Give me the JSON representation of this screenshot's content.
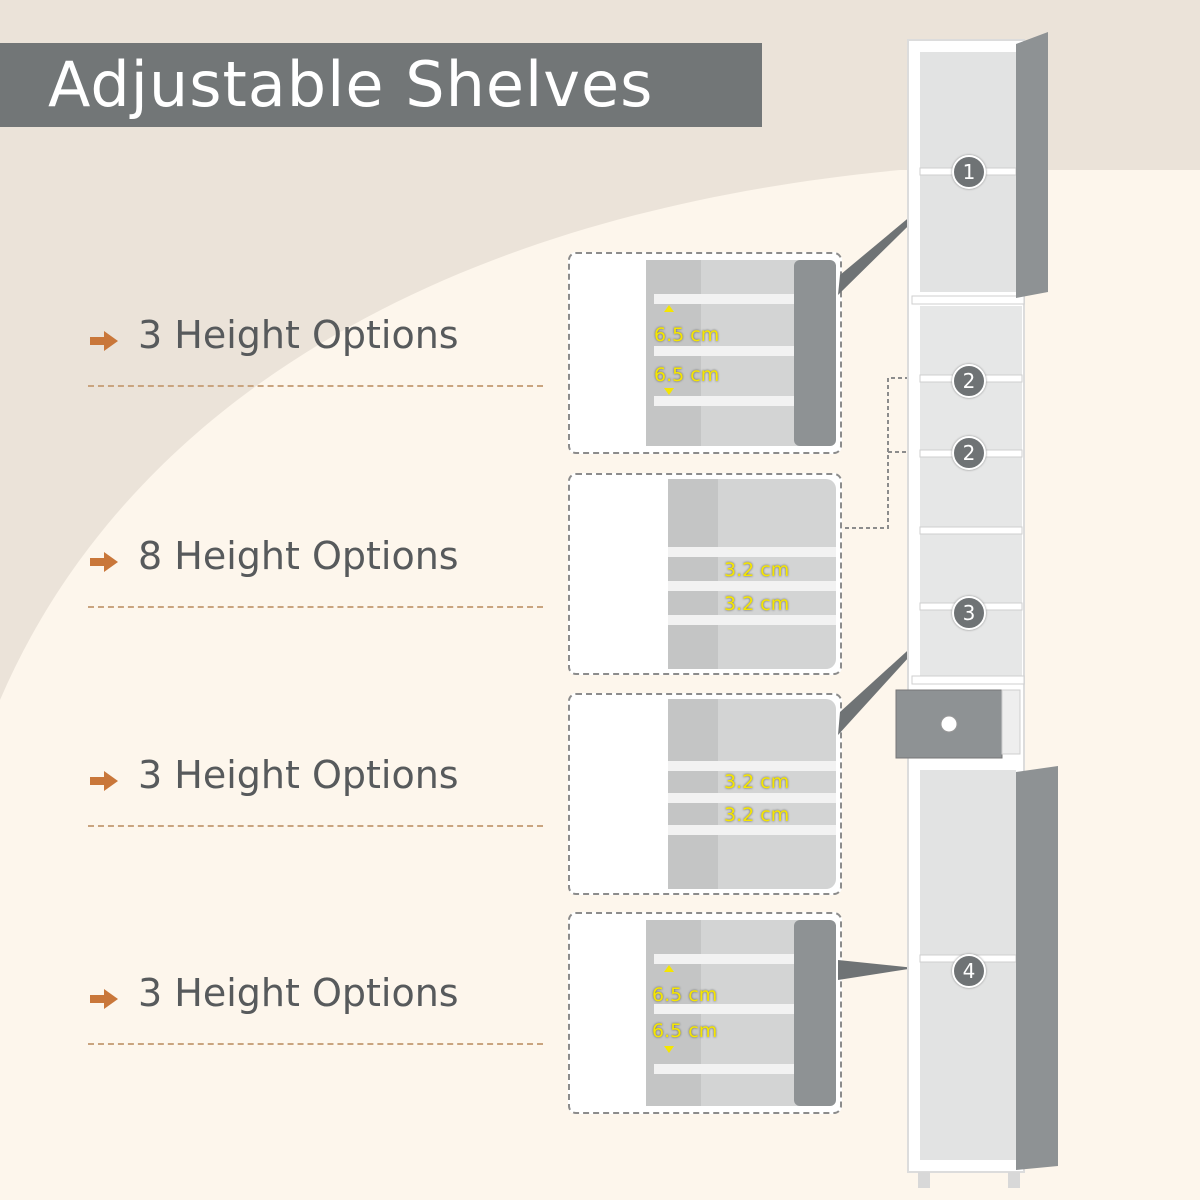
{
  "title": "Adjustable Shelves",
  "options": [
    {
      "label": "3 Height Options"
    },
    {
      "label": "8 Height Options"
    },
    {
      "label": "3 Height Options"
    },
    {
      "label": "3 Height Options"
    }
  ],
  "details": [
    {
      "upper": "6.5 cm",
      "lower": "6.5 cm"
    },
    {
      "upper": "3.2 cm",
      "lower": "3.2 cm"
    },
    {
      "upper": "3.2 cm",
      "lower": "3.2 cm"
    },
    {
      "upper": "6.5 cm",
      "lower": "6.5 cm"
    }
  ],
  "badges": [
    "1",
    "2",
    "2",
    "3",
    "4"
  ],
  "colors": {
    "accent_arrow": "#c9773a",
    "title_bar": "#727677",
    "measure_text": "#f5e600",
    "cabinet_door": "#8e9294"
  }
}
